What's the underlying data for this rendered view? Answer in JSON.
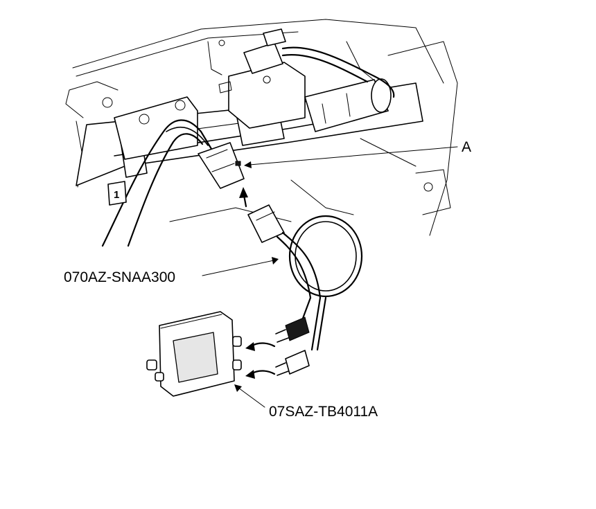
{
  "callouts": {
    "a": "A",
    "harness_tool": "070AZ-SNAA300",
    "tester_tool": "07SAZ-TB4011A"
  },
  "markers": {
    "step": "1"
  }
}
